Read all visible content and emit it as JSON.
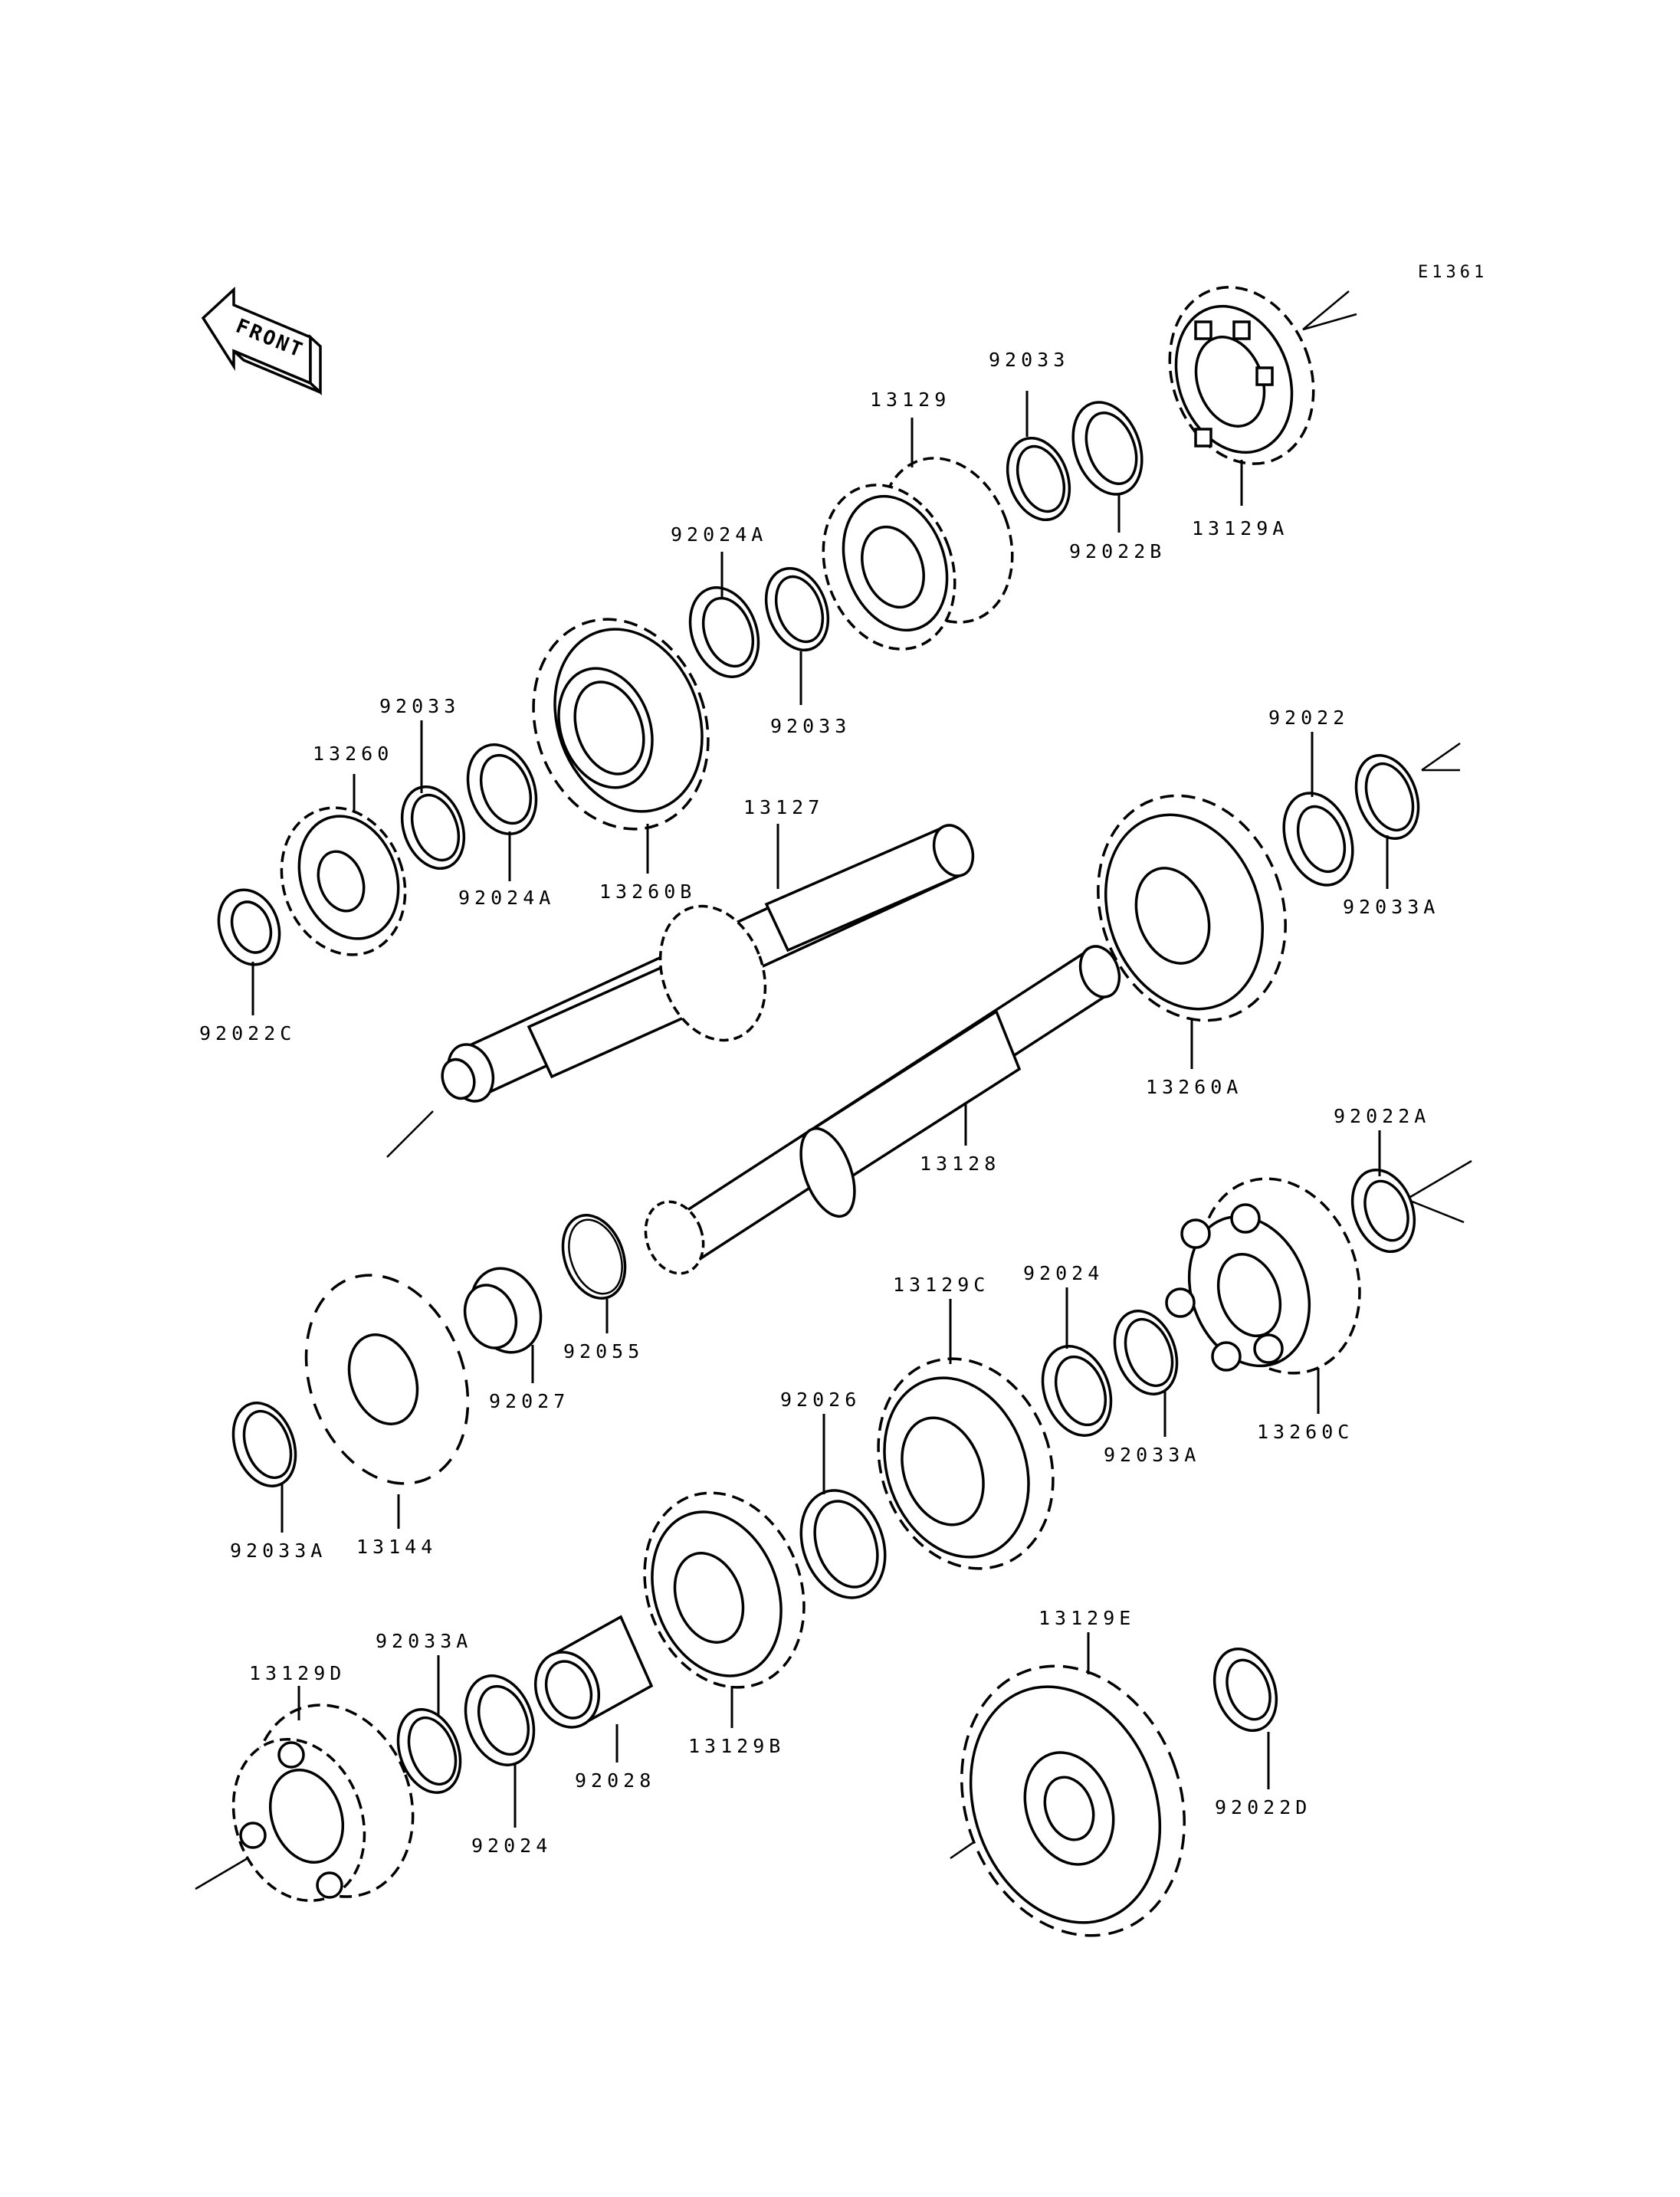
{
  "diagram_code": "E1361",
  "front_label": "FRONT",
  "parts": {
    "p92033_top": "92033",
    "p13129": "13129",
    "p13129A": "13129A",
    "p92022B": "92022B",
    "p92024A_top": "92024A",
    "p92033_mid": "92033",
    "p92033_left": "92033",
    "p13260": "13260",
    "p92024A_left": "92024A",
    "p13260B": "13260B",
    "p13127": "13127",
    "p92022C": "92022C",
    "p92022": "92022",
    "p92033A_right": "92033A",
    "p13260A": "13260A",
    "p13128": "13128",
    "p92022A": "92022A",
    "p13129C": "13129C",
    "p92024_mid": "92024",
    "p92026": "92026",
    "p92033A_mid": "92033A",
    "p13260C": "13260C",
    "p92055": "92055",
    "p92027": "92027",
    "p92033A_left": "92033A",
    "p13144": "13144",
    "p13129E": "13129E",
    "p92022D": "92022D",
    "p13129D": "13129D",
    "p92033A_low": "92033A",
    "p92024_low": "92024",
    "p92028": "92028",
    "p13129B": "13129B"
  }
}
